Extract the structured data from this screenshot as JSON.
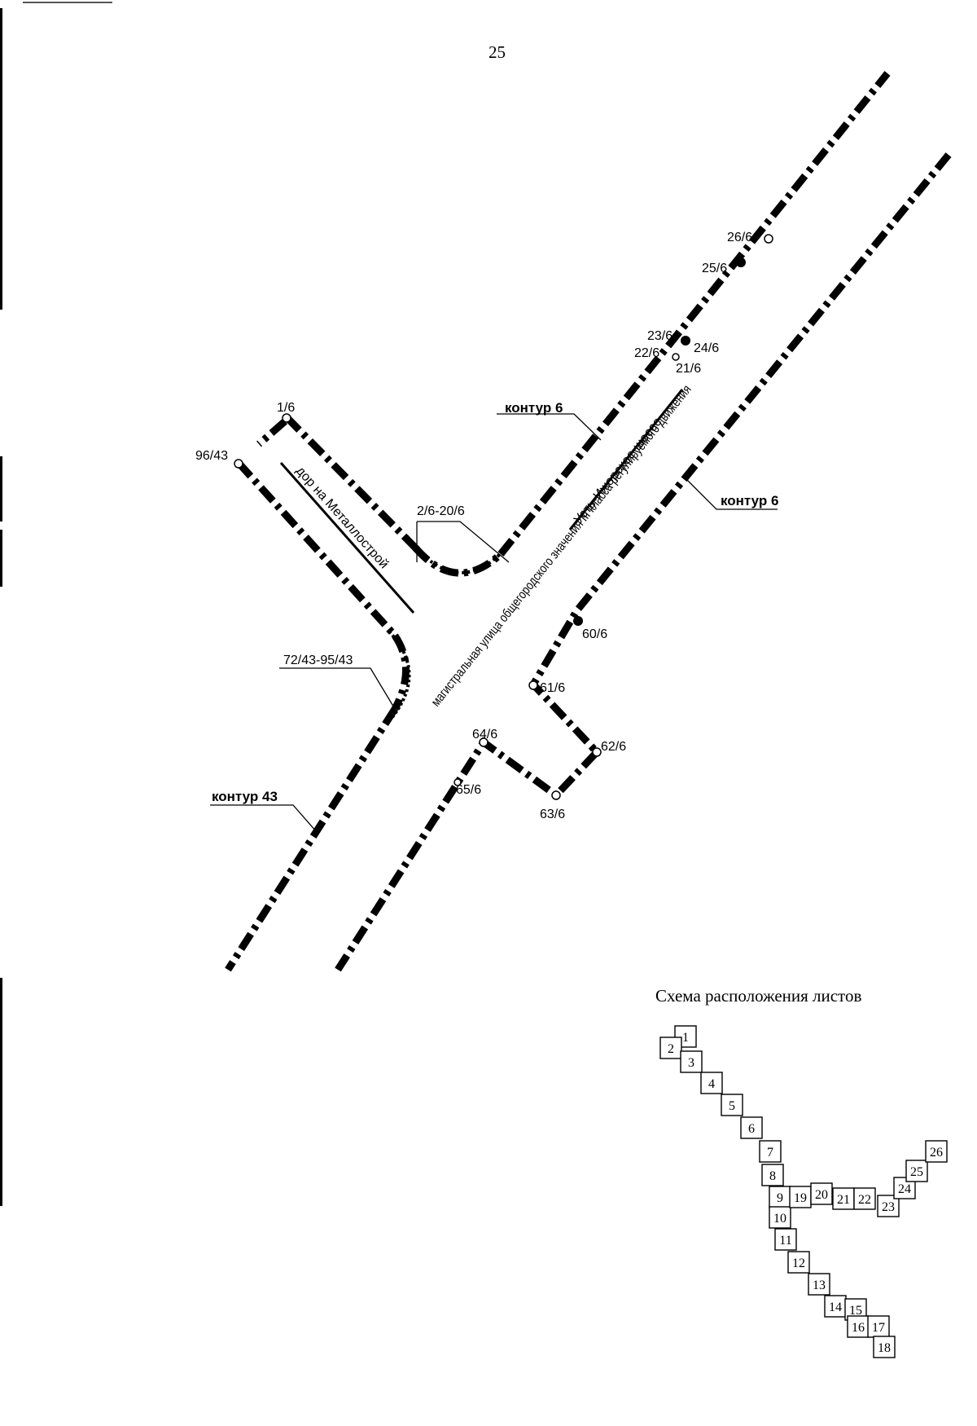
{
  "page_number": "25",
  "map": {
    "points": {
      "p1_6": "1/6",
      "p96_43": "96/43",
      "p2_20": "2/6-20/6",
      "p72_95": "72/43-95/43",
      "p26_6": "26/6",
      "p25_6": "25/6",
      "p23_6": "23/6",
      "p22_6": "22/6",
      "p24_6": "24/6",
      "p21_6": "21/6",
      "p60_6": "60/6",
      "p61_6": "61/6",
      "p62_6": "62/6",
      "p63_6": "63/6",
      "p64_6": "64/6",
      "p65_6": "65/6"
    },
    "contours": {
      "kontur6_top": "контур 6",
      "kontur6_right": "контур 6",
      "kontur43": "контур 43"
    },
    "streets": {
      "metallostroy": "дор на Металлострой",
      "ust_izhora": "Усть-Ижорское шоссе",
      "main_street": "магистральная улица общегородского значения III класса регулируемого движения"
    }
  },
  "sheet_scheme": {
    "title": "Схема расположения листов",
    "sheets": [
      "1",
      "2",
      "3",
      "4",
      "5",
      "6",
      "7",
      "8",
      "9",
      "10",
      "11",
      "12",
      "13",
      "14",
      "15",
      "16",
      "17",
      "18",
      "19",
      "20",
      "21",
      "22",
      "23",
      "24",
      "25",
      "26"
    ]
  }
}
